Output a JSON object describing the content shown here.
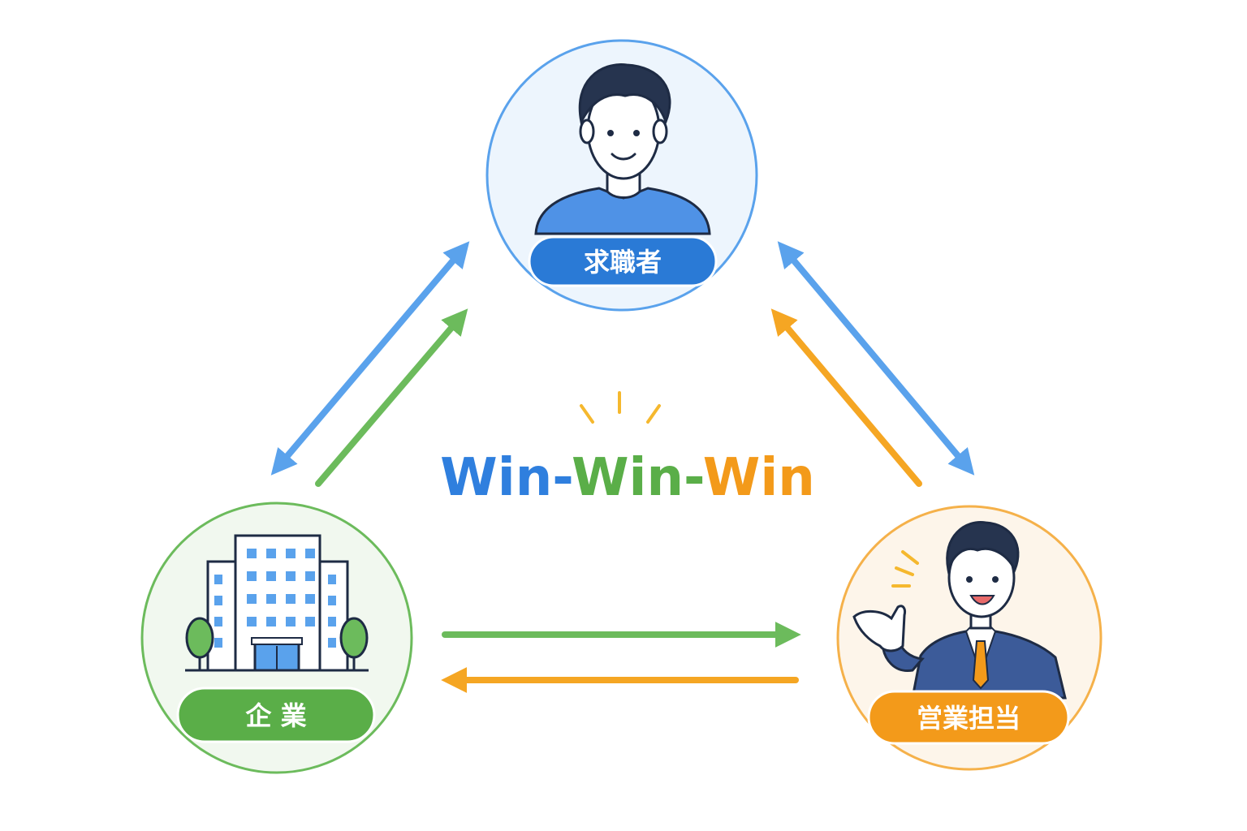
{
  "title": {
    "word1": "Win",
    "sep1": "-",
    "word2": "Win",
    "sep2": "-",
    "word3": "Win"
  },
  "nodes": {
    "jobseeker": {
      "label": "求職者",
      "icon": "person-icon"
    },
    "company": {
      "label": "企 業",
      "icon": "office-building-icon"
    },
    "sales": {
      "label": "営業担当",
      "icon": "salesperson-icon"
    }
  },
  "colors": {
    "blue": "#4f9ae8",
    "blue_dark": "#2a7ad6",
    "green": "#6cbb5c",
    "green_dark": "#5aae48",
    "orange": "#f5a623",
    "orange_dark": "#f39a1a",
    "title_blue": "#2f7fde",
    "title_green": "#5aae48",
    "title_orange": "#f39a1a"
  }
}
